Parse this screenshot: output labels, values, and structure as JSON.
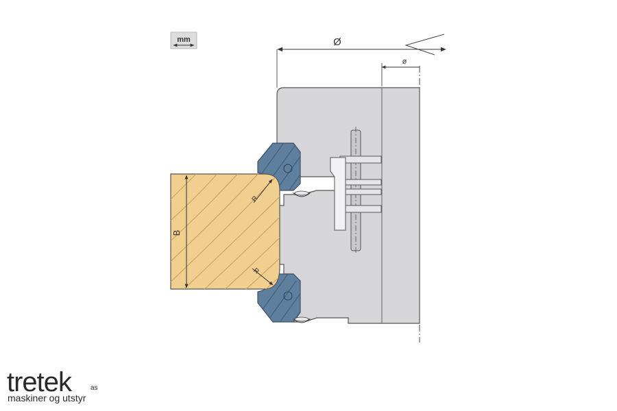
{
  "unit_badge": {
    "label": "mm"
  },
  "dimensions": {
    "outer_diameter": "Ø",
    "bore_diameter": "ø",
    "height": "B",
    "radius_top": "R",
    "radius_bottom": "R"
  },
  "logo": {
    "name": "tretek",
    "suffix": "as",
    "tagline": "maskiner og utstyr"
  },
  "colors": {
    "cutter_body": "#d6d6d8",
    "knife": "#5f7f9e",
    "wood": "#f1cf8e",
    "wood_grain": "#c9a060",
    "outline": "#555555"
  }
}
